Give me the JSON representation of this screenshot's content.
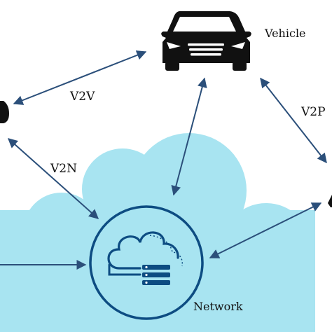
{
  "labels": {
    "vehicle": "Vehicle",
    "v2v": "V2V",
    "v2p": "V2P",
    "v2n": "V2N",
    "network": "Network"
  },
  "colors": {
    "cloud": "#a8e4f1",
    "arrow": "#2b4f7a",
    "network_icon": "#0d4c82",
    "vehicle": "#111111"
  },
  "icons": {
    "vehicle": "car-front-icon",
    "network": "cloud-server-icon",
    "left_partial": "vehicle-partial-icon",
    "right_partial": "pedestrian-partial-icon"
  }
}
